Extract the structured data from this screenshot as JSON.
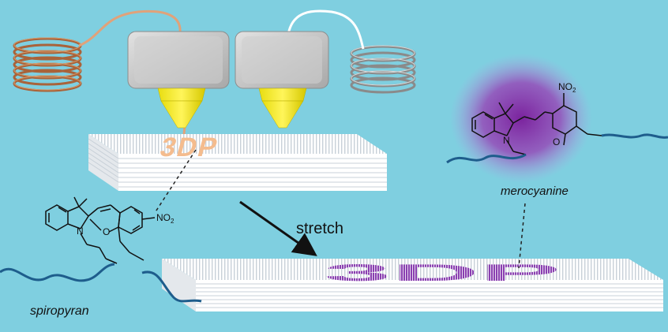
{
  "colors": {
    "background": "#7fcfe0",
    "copper_filament": "#b9734a",
    "silver_filament": "#8e8e8e",
    "nozzle_block": "#c9c9c9",
    "nozzle_tip": "#f2ea1c",
    "print_text_light": "#f4bc8e",
    "print_text_stretched": "#8a3fb0",
    "chain_blue": "#1e5d8c",
    "merocyanine_glow": "#9a2fb0"
  },
  "labels": {
    "printed_text": "3DP",
    "stretched_text": "3DP",
    "arrow_label": "stretch",
    "spiropyran": "spiropyran",
    "merocyanine": "merocyanine",
    "no2_left": "NO",
    "no2_left_sub": "2",
    "no2_right": "NO",
    "no2_right_sub": "2",
    "n_left": "N",
    "o_left": "O",
    "n_right": "N",
    "o_right": "O"
  },
  "icons": {
    "left_spool": "copper-spool-icon",
    "right_spool": "silver-spool-icon",
    "left_printhead": "printhead-icon",
    "right_printhead": "printhead-icon"
  }
}
